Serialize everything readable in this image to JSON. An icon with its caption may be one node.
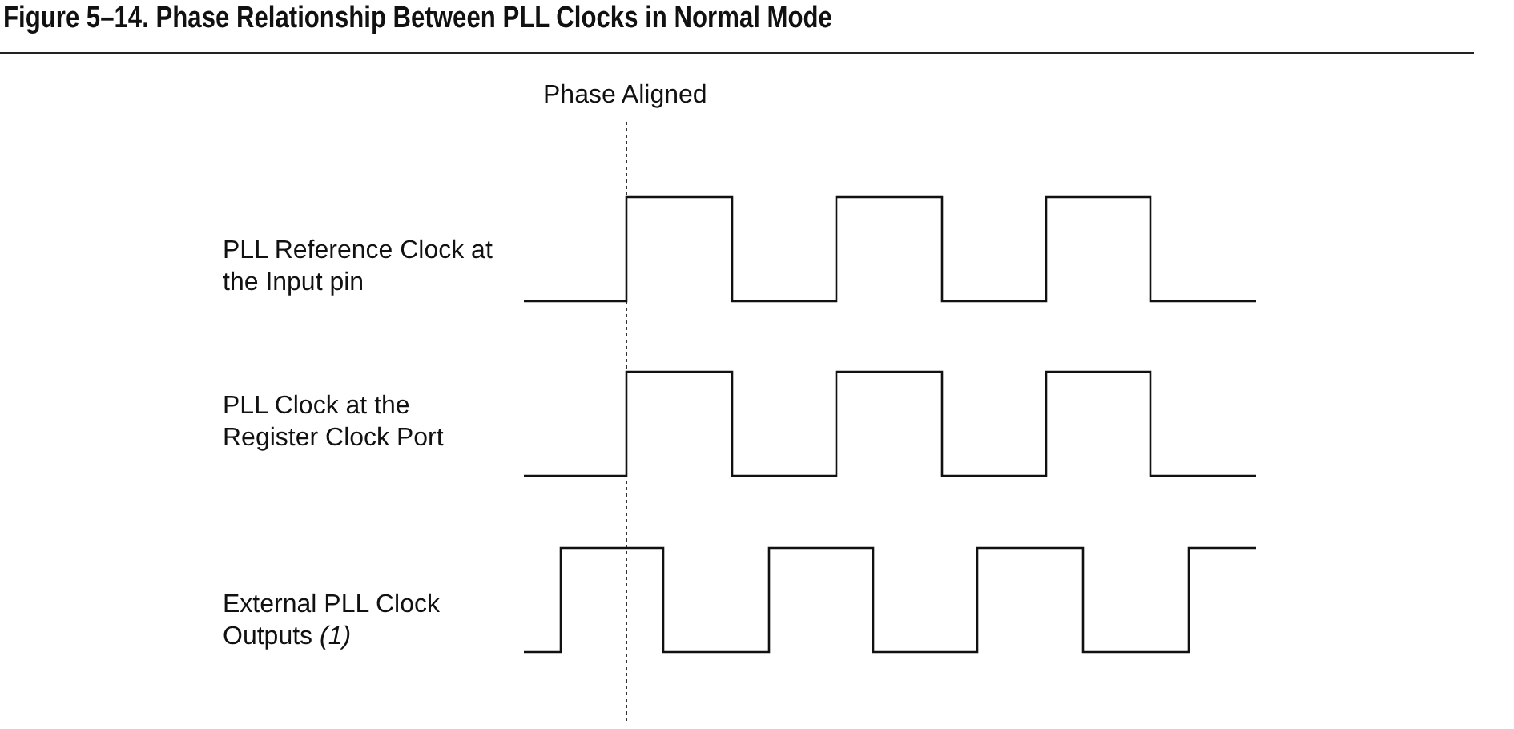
{
  "diagram": {
    "title": "Figure 5–14. Phase Relationship Between PLL Clocks in Normal Mode",
    "labels": [
      "Phase Aligned",
      "PLL Reference Clock at the Input pin",
      "PLL Clock at the Register Clock Port",
      "External PLL Clock Outputs *(1)*"
    ]
  }
}
